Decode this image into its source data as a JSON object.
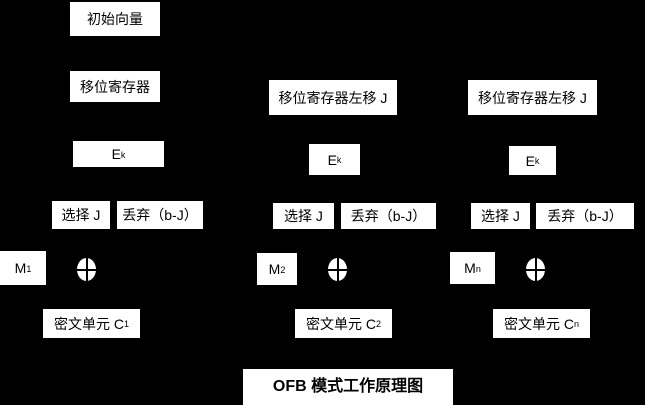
{
  "title": "OFB 模式工作原理图",
  "colors": {
    "background": "#000000",
    "box_background": "#ffffff",
    "box_text": "#000000"
  },
  "iv_label": "初始向量",
  "columns": [
    {
      "shift_register_label": "移位寄存器",
      "cipher_base": "E",
      "cipher_sub": "k",
      "select_label": "选择 J",
      "discard_label": "丢弃（b-J）",
      "message_base": "M",
      "message_sub": "1",
      "ciphertext_base": "密文单元 C",
      "ciphertext_sub": "1"
    },
    {
      "shift_register_label": "移位寄存器左移 J",
      "cipher_base": "E",
      "cipher_sub": "k",
      "select_label": "选择 J",
      "discard_label": "丢弃（b-J）",
      "message_base": "M",
      "message_sub": "2",
      "ciphertext_base": "密文单元 C",
      "ciphertext_sub": "2"
    },
    {
      "shift_register_label": "移位寄存器左移 J",
      "cipher_base": "E",
      "cipher_sub": "k",
      "select_label": "选择 J",
      "discard_label": "丢弃（b-J）",
      "message_base": "M",
      "message_sub": "n",
      "ciphertext_base": "密文单元 C",
      "ciphertext_sub": "n"
    }
  ]
}
